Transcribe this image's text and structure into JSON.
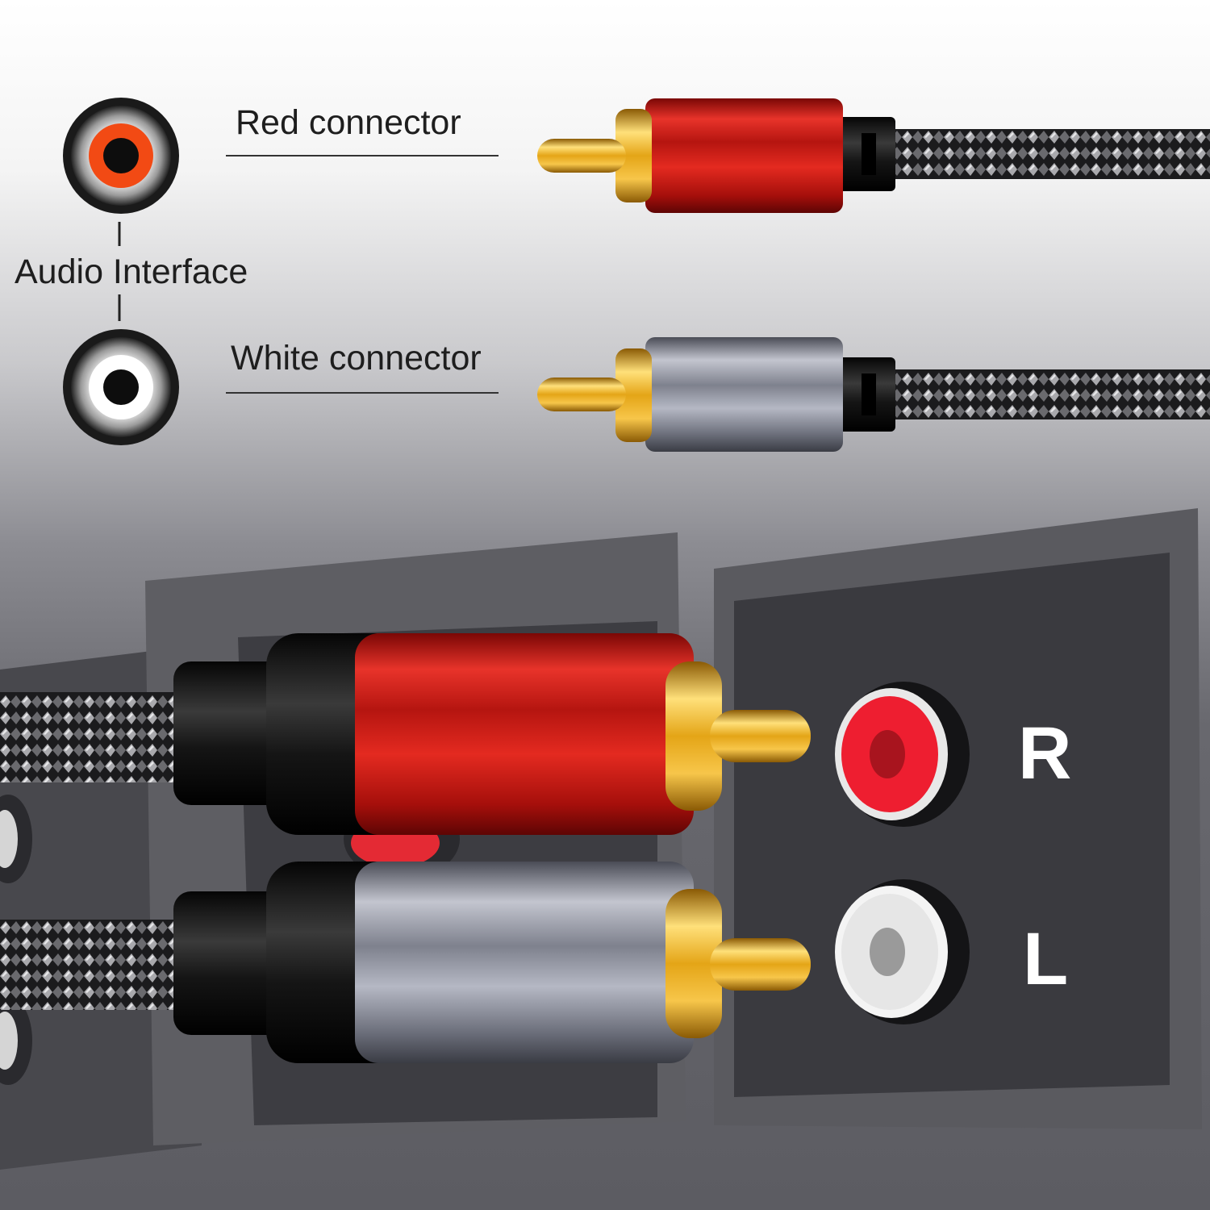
{
  "labels": {
    "red_connector": "Red connector",
    "white_connector": "White connector",
    "audio_interface": "Audio Interface",
    "right_channel": "R",
    "left_channel": "L"
  },
  "colors": {
    "red_plug": "#c21a14",
    "silver_plug": "#8a8d99",
    "gold_pin": "#e0a91a",
    "panel_dark": "#3b3b40",
    "red_jack": "#ef1f2f",
    "white_jack": "#f2f2f2"
  }
}
